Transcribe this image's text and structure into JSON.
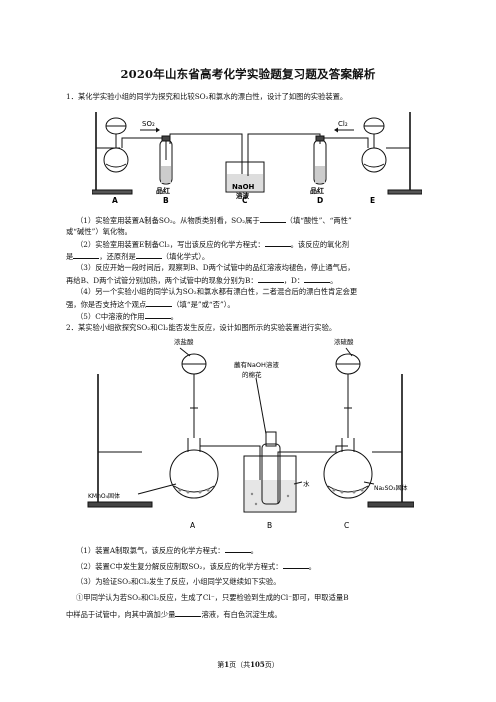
{
  "title": "2020年山东省高考化学实验题复习题及答案解析",
  "q1": {
    "stem": "1．某化学实验小组的同学为探究和比较SO₂和氯水的漂白性，设计了如图的实验装置。",
    "figure": {
      "gas_left": "SO₂",
      "gas_right": "Cl₂",
      "labels": [
        "品红",
        "NaOH",
        "品红"
      ],
      "naoh_sub": "溶液",
      "letters": [
        "A",
        "B",
        "C",
        "D",
        "E"
      ]
    },
    "lines": [
      "（1）实验室用装置A制备SO₂。从物质类别看，SO₂属于",
      "（填“酸性”、“两性”",
      "或“碱性”）氧化物。",
      "（2）实验室用装置E制备Cl₂，写出该反应的化学方程式：",
      "。该反应的氧化剂",
      "是",
      "，还原剂是",
      "（填化学式）。",
      "（3）反应开始一段时间后，观察到B、D两个试管中的品红溶液均褪色，停止通气后，",
      "再给B、D两个试管分别加热，两个试管中的现象分别为B：",
      "，D：",
      "。",
      "（4）另一个实验小组的同学认为SO₂和氯水都有漂白性，二者混合后的漂白性肯定会更",
      "强，你是否支持这个观点",
      "（填“是”或“否”）。",
      "（5）C中溶液的作用",
      "。"
    ]
  },
  "q2": {
    "stem": "2．某实验小组欲探究SO₂和Cl₂能否发生反应，设计如图所示的实验装置进行实验。",
    "figure": {
      "label_conc_hcl": "浓盐酸",
      "label_cotton_1": "蘸有NaOH溶液",
      "label_cotton_2": "的棉花",
      "label_conc_acid": "浓硫酸",
      "label_kmno4": "KMnO₄固体",
      "label_water": "水",
      "label_na2so3": "Na₂SO₃固体",
      "letters": [
        "A",
        "B",
        "C"
      ]
    },
    "lines": [
      "（1）装置A制取氯气，该反应的化学方程式：",
      "。",
      "（2）装置C中发生复分解反应制取SO₂，该反应的化学方程式：",
      "。",
      "（3）为验证SO₂和Cl₂发生了反应，小组同学又继续如下实验。",
      "①甲同学认为若SO₂和Cl₂反应，生成了Cl⁻，只要检验到生成的Cl⁻即可，甲取适量B",
      "中样品于试管中，向其中滴加少量",
      "溶液，有白色沉淀生成。"
    ]
  },
  "footer": {
    "pre": "第",
    "page": "1",
    "mid": "页（共",
    "total": "105",
    "post": "页）"
  }
}
